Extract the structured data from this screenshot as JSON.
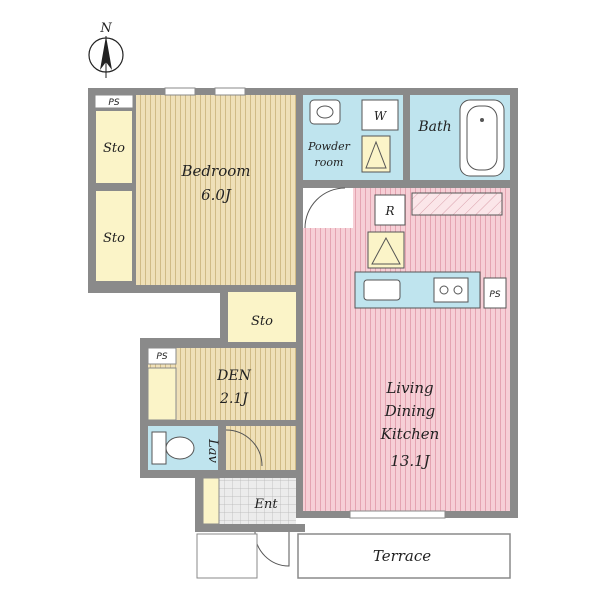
{
  "compass": {
    "label": "N"
  },
  "rooms": {
    "bedroom": {
      "name": "Bedroom",
      "size": "6.0J"
    },
    "sto_1": "Sto",
    "sto_2": "Sto",
    "sto_3": "Sto",
    "powder_room": {
      "line1": "Powder",
      "line2": "room"
    },
    "washer": "W",
    "bath": "Bath",
    "refrigerator": "R",
    "ps_top": "PS",
    "ps_den": "PS",
    "ps_kitchen": "PS",
    "den": {
      "name": "DEN",
      "size": "2.1J"
    },
    "ldk": {
      "line1": "Living",
      "line2": "Dining",
      "line3": "Kitchen",
      "size": "13.1J"
    },
    "lav": "Lav",
    "entrance": "Ent",
    "terrace": "Terrace"
  },
  "colors": {
    "wall": "#8a8a8a",
    "wood_floor": "#efe0b8",
    "pink_floor": "#f6cfd6",
    "tile_blue": "#bfe4ee",
    "storage": "#fbf4c8",
    "entrance_tile": "#e8e8e8"
  }
}
